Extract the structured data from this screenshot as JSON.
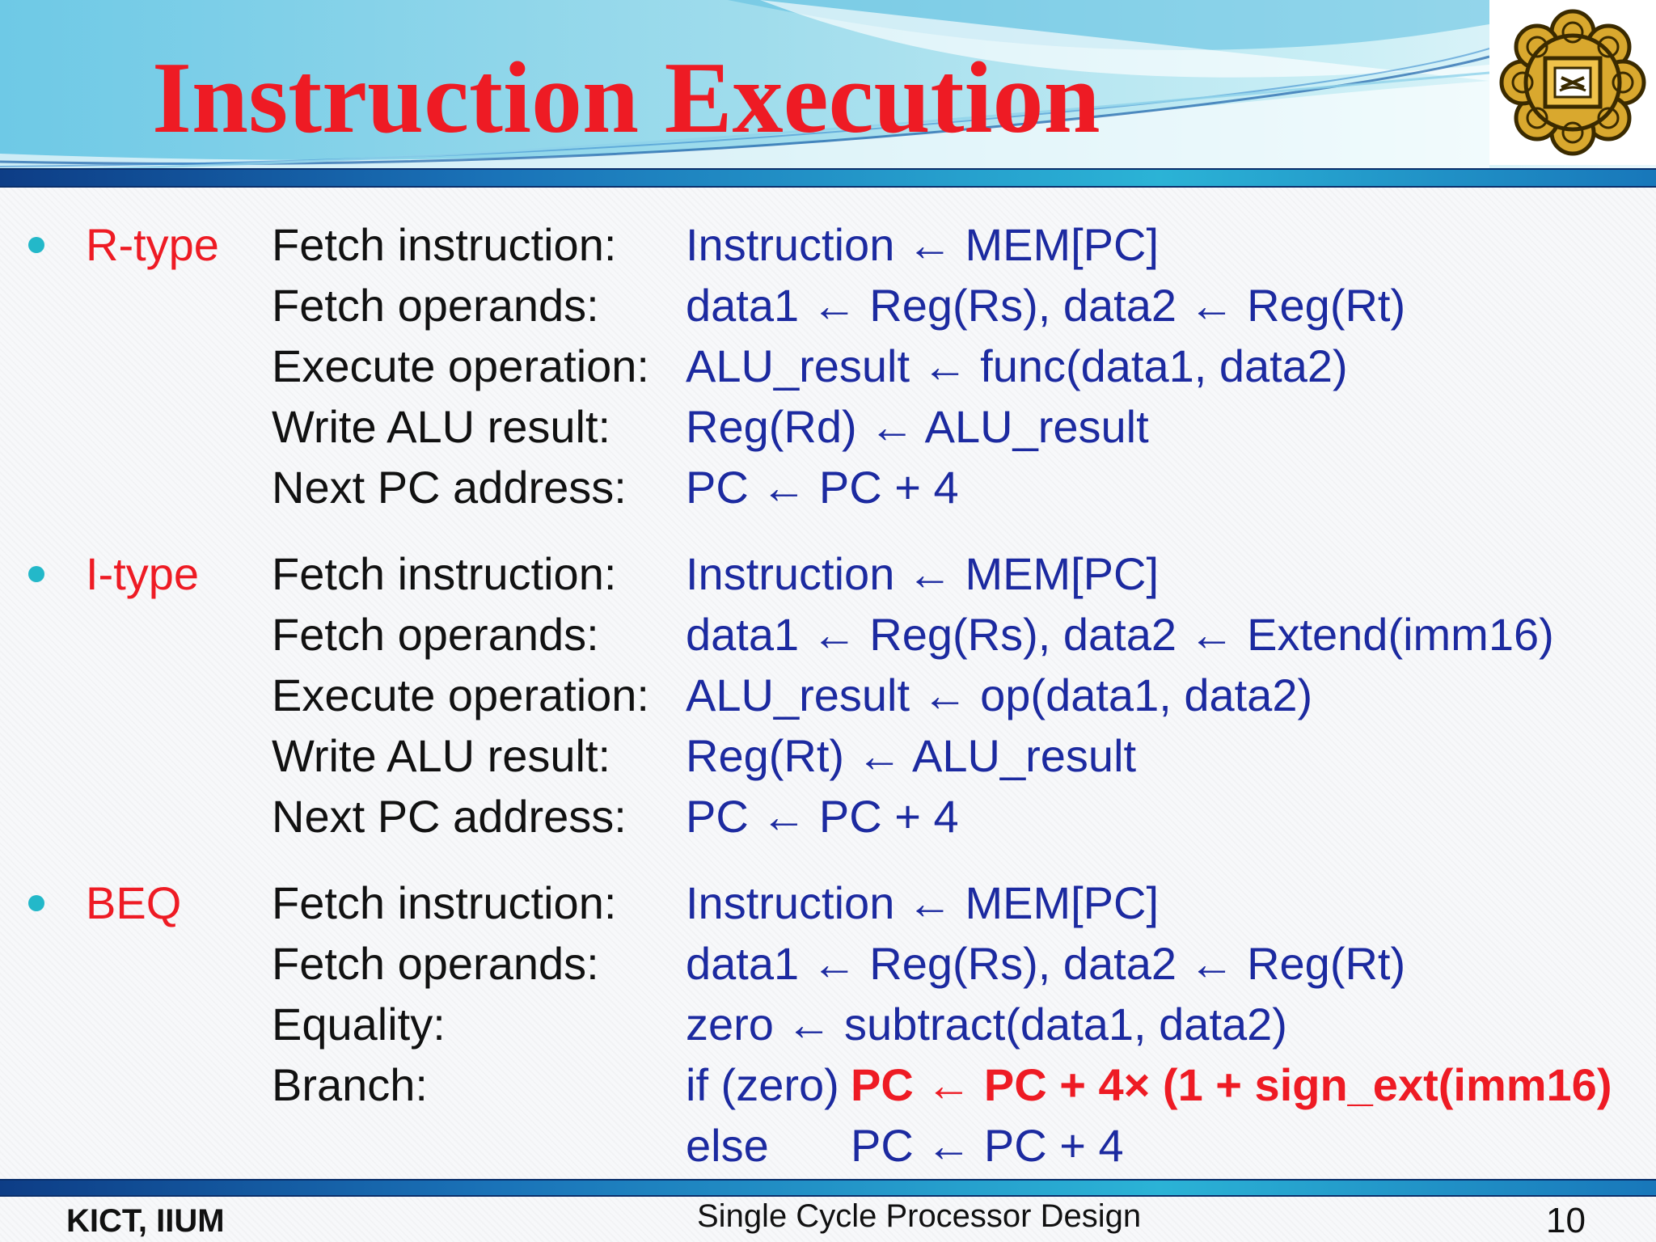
{
  "slide": {
    "title": "Instruction Execution",
    "sections": [
      {
        "label": "R-type",
        "steps": [
          {
            "label": "Fetch instruction:",
            "expr": "Instruction ← MEM[PC]"
          },
          {
            "label": "Fetch operands:",
            "expr": "data1 ← Reg(Rs), data2 ← Reg(Rt)"
          },
          {
            "label": "Execute operation:",
            "expr": "ALU_result ← func(data1, data2)"
          },
          {
            "label": "Write ALU result:",
            "expr": "Reg(Rd) ← ALU_result"
          },
          {
            "label": "Next PC address:",
            "expr": "PC ← PC + 4"
          }
        ]
      },
      {
        "label": "I-type",
        "steps": [
          {
            "label": "Fetch instruction:",
            "expr": "Instruction ← MEM[PC]"
          },
          {
            "label": "Fetch operands:",
            "expr": "data1 ← Reg(Rs), data2 ← Extend(imm16)"
          },
          {
            "label": "Execute operation:",
            "expr": "ALU_result ← op(data1, data2)"
          },
          {
            "label": "Write ALU result:",
            "expr": "Reg(Rt) ← ALU_result"
          },
          {
            "label": "Next PC address:",
            "expr": "PC ← PC + 4"
          }
        ]
      },
      {
        "label": "BEQ",
        "steps": [
          {
            "label": "Fetch instruction:",
            "expr": "Instruction ← MEM[PC]"
          },
          {
            "label": "Fetch operands:",
            "expr": "data1 ← Reg(Rs), data2 ← Reg(Rt)"
          },
          {
            "label": "Equality:",
            "expr": "zero ← subtract(data1, data2)"
          },
          {
            "label": "Branch:",
            "expr": "if (zero)",
            "expr2": "PC ← PC + 4× (1 + sign_ext(imm16)"
          },
          {
            "label": "",
            "expr": "else",
            "expr2": "PC ← PC + 4"
          }
        ]
      }
    ]
  },
  "footer": {
    "left": "KICT, IIUM",
    "center": "Single Cycle Processor Design",
    "page_number": "10"
  },
  "colors": {
    "title": "#ee1b24",
    "section_label": "#ee1b24",
    "expression": "#1c2aa0",
    "bullet": "#23b8c9",
    "rule": "#1a73b8",
    "logo_gold": "#d9a82e"
  },
  "icons": {
    "logo": "iium-emblem-icon",
    "bullet": "bullet-dot-icon"
  }
}
